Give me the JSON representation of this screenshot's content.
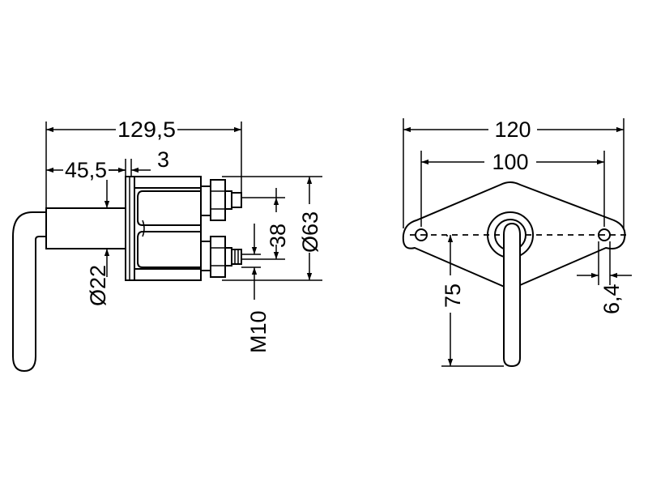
{
  "colors": {
    "line": "#000000",
    "background": "#ffffff"
  },
  "side_view": {
    "dims": {
      "overall_length": "129,5",
      "lever_offset": "45,5",
      "plate_thickness": "3",
      "shaft_diameter": "Ø22",
      "terminal_thread": "M10",
      "terminal_spacing": "38",
      "body_diameter": "Ø63"
    }
  },
  "front_view": {
    "dims": {
      "flange_width": "120",
      "hole_spacing": "100",
      "lever_length": "75",
      "hole_diameter": "6,4"
    }
  }
}
